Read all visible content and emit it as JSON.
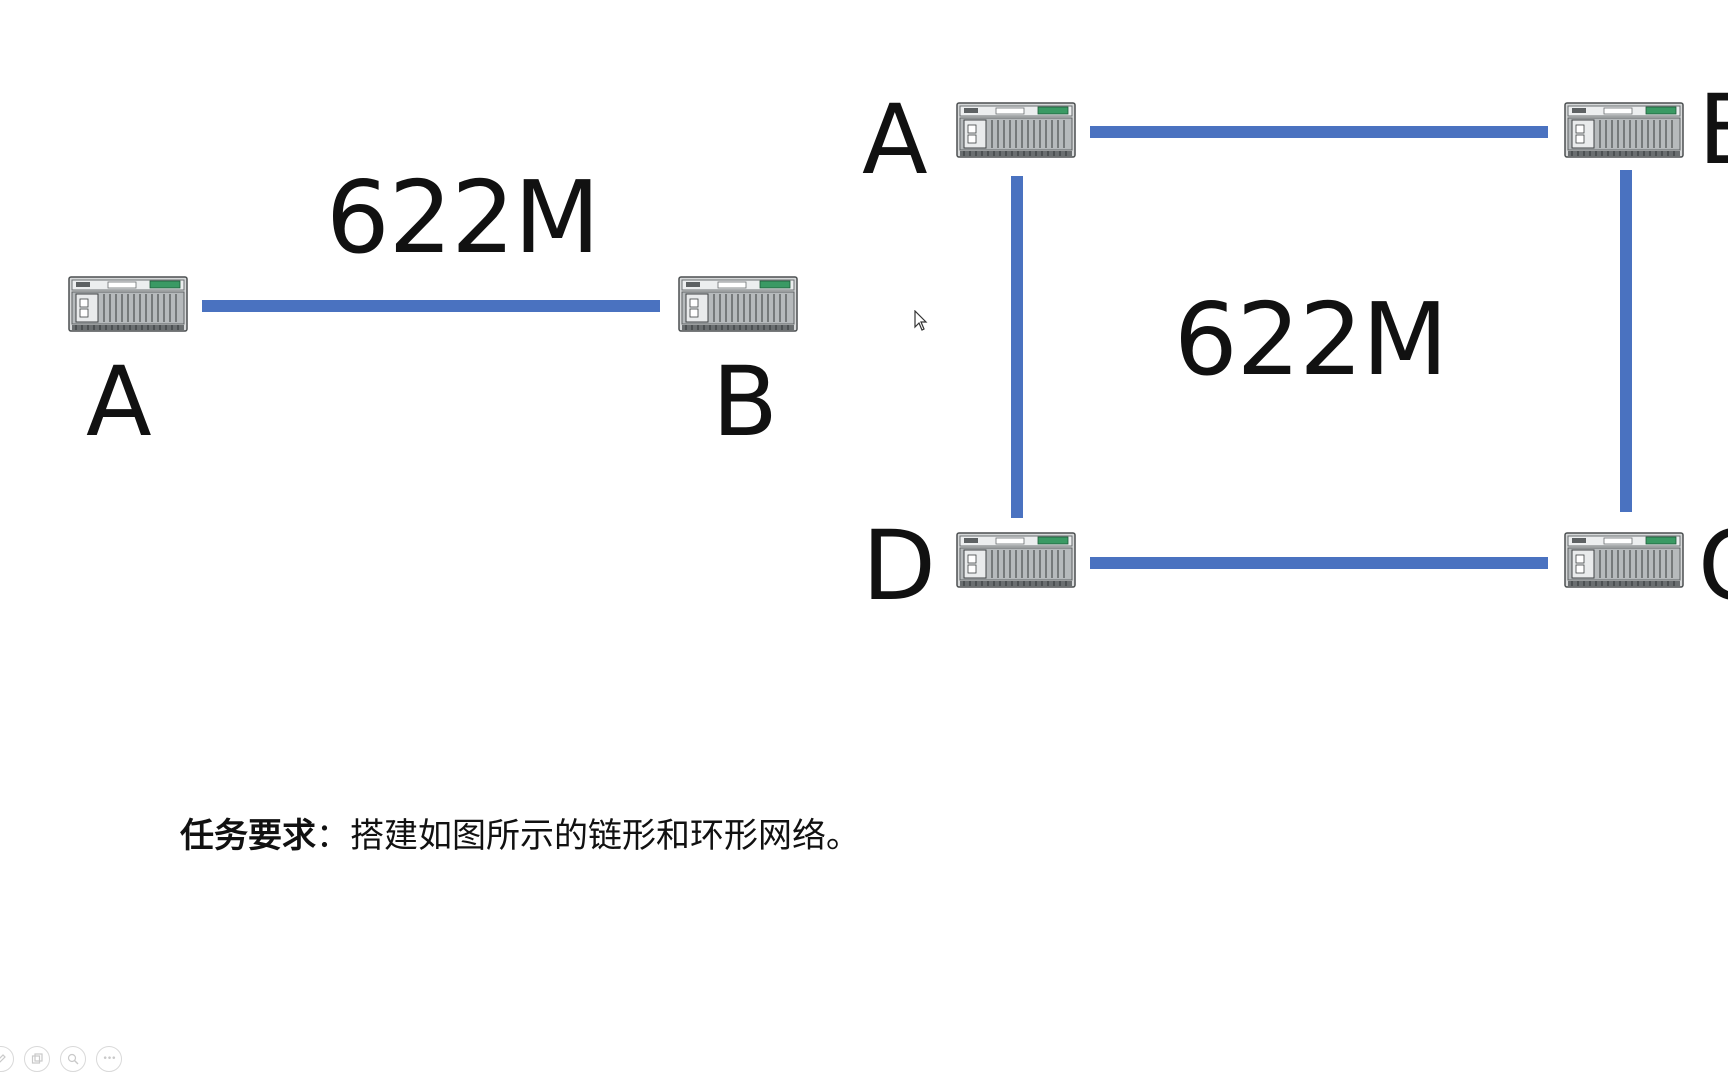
{
  "chain": {
    "node_a_label": "A",
    "node_b_label": "B",
    "rate": "622M"
  },
  "ring": {
    "node_a_label": "A",
    "node_b_label": "B",
    "node_c_label": "C",
    "node_d_label": "D",
    "rate": "622M"
  },
  "task": {
    "lead": "任务要求",
    "separator": "：",
    "text": "搭建如图所示的链形和环形网络。"
  },
  "colors": {
    "link": "#4a72c0",
    "device_body": "#8e9394",
    "device_display": "#3a9a64"
  },
  "controls": {
    "icons": [
      "pen-icon",
      "pages-icon",
      "zoom-icon",
      "more-icon"
    ],
    "more_label": "•••"
  }
}
